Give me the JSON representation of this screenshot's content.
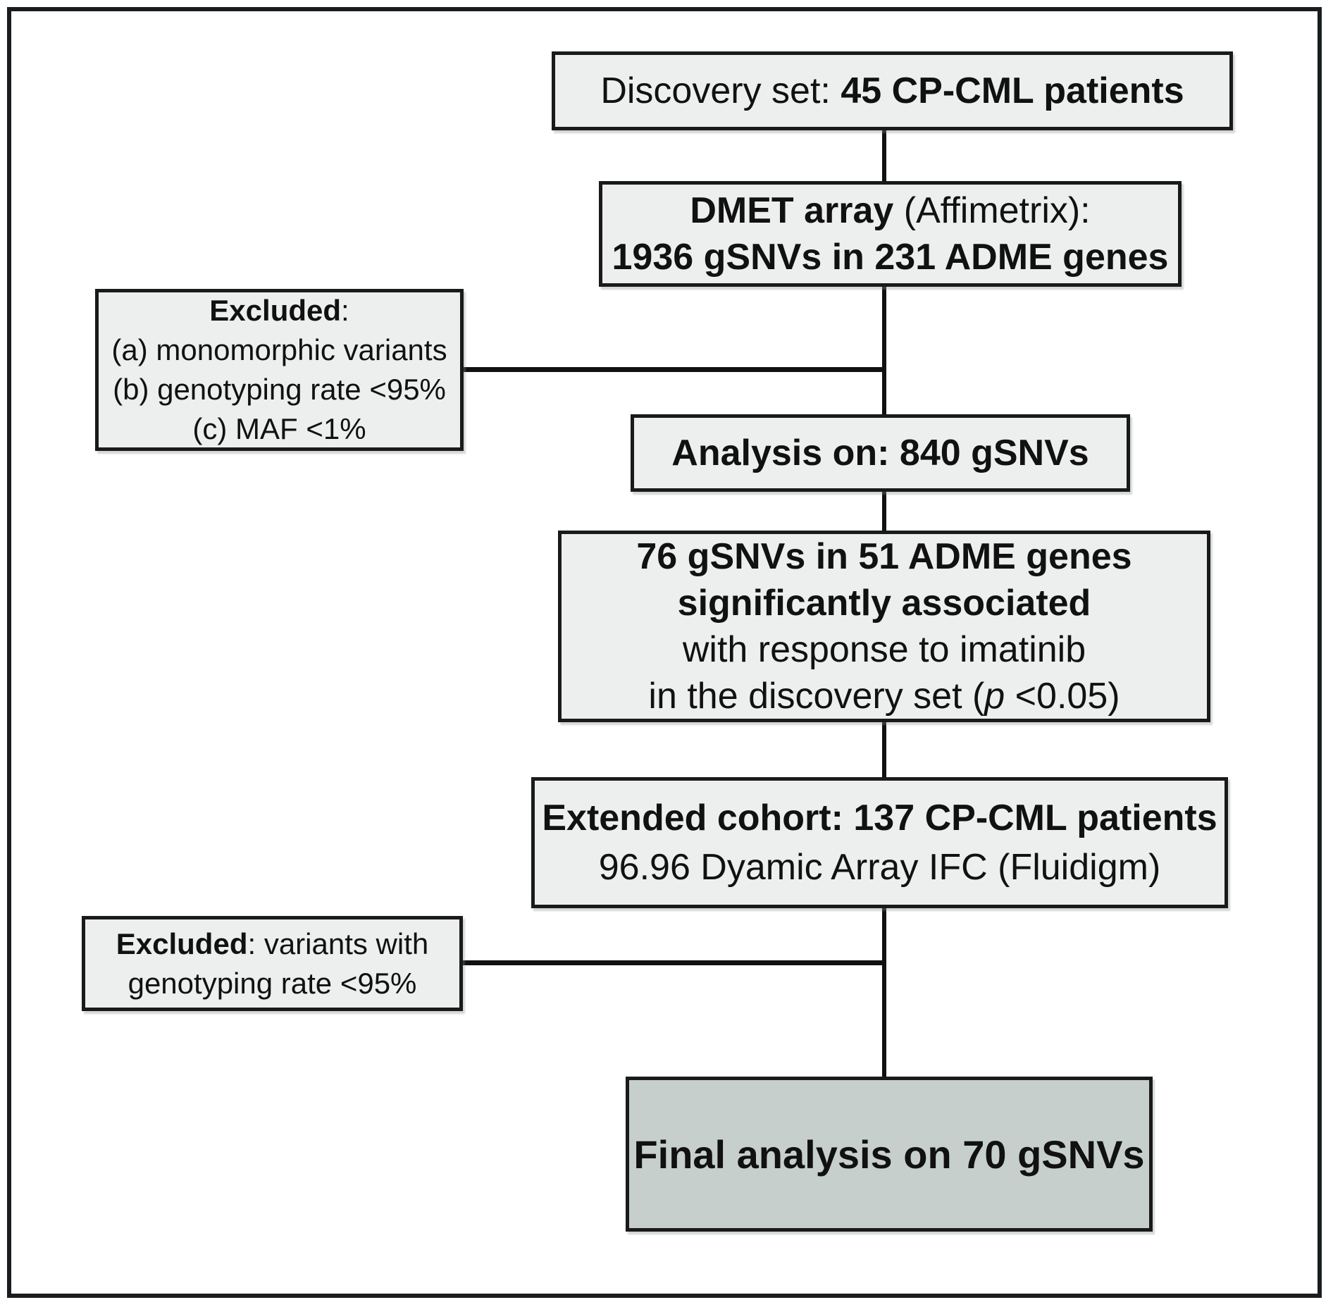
{
  "boxes": {
    "discovery": {
      "prefix": "Discovery set: ",
      "bold": "45 CP-CML patients"
    },
    "dmet": {
      "line1_bold": "DMET array",
      "line1_rest": " (Affimetrix):",
      "line2_bold": "1936 gSNVs in 231 ADME genes"
    },
    "excluded_a": {
      "title": "Excluded",
      "title_rest": ":",
      "items": [
        "(a) monomorphic variants",
        "(b) genotyping rate <95%",
        "(c) MAF <1%"
      ]
    },
    "analysis": {
      "text": "Analysis on: 840 gSNVs"
    },
    "significant": {
      "line1_bold": "76 gSNVs in 51 ADME genes",
      "line2_bold": "significantly associated",
      "line3": "with response to imatinib",
      "line4_pre": "in the discovery set (",
      "line4_italic": "p",
      "line4_post": " <0.05)"
    },
    "extended": {
      "line1_bold": "Extended cohort: 137 CP-CML patients",
      "line2": "96.96 Dyamic Array IFC (Fluidigm)"
    },
    "excluded_b": {
      "title": "Excluded",
      "line1_rest": ": variants with",
      "line2": "genotyping rate <95%"
    },
    "final": {
      "text": "Final analysis on 70 gSNVs"
    }
  },
  "colors": {
    "box_fill": "#edefee",
    "final_box_fill": "#c7cfcc",
    "box_border": "#1a1a1a",
    "connector": "#111111",
    "frame_border": "#191d1f",
    "background": "#ffffff"
  }
}
